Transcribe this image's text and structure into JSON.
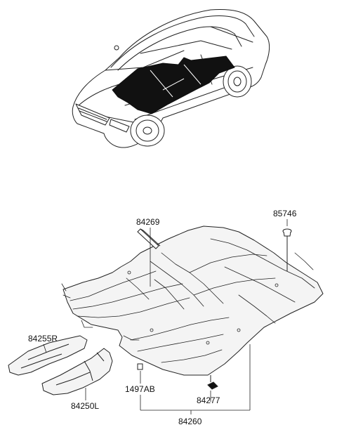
{
  "diagram": {
    "parts": {
      "p84269": "84269",
      "p85746": "85746",
      "p84255R": "84255R",
      "p84250L": "84250L",
      "p1497AB": "1497AB",
      "p84277": "84277",
      "p84260": "84260"
    },
    "colors": {
      "line": "#222222",
      "carpet_fill": "#f4f4f4",
      "car_fill": "#ffffff",
      "highlight": "#111111"
    },
    "icons": [
      "car-outline-icon",
      "floor-carpet-icon",
      "insulator-pad-icon",
      "retainer-clip-icon",
      "fastener-clip-icon"
    ]
  }
}
